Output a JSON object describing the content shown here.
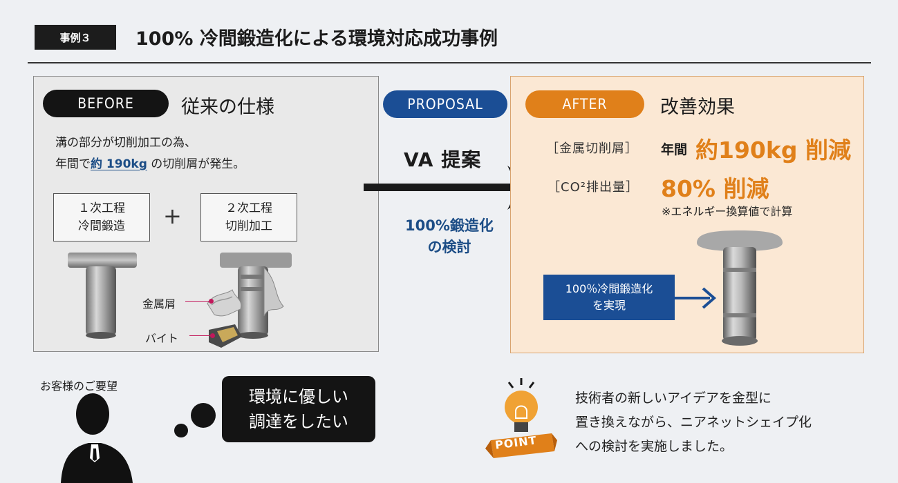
{
  "header": {
    "case_label": "事例３",
    "title": "100% 冷間鍛造化による環境対応成功事例"
  },
  "before": {
    "pill_label": "BEFORE",
    "heading": "従来の仕様",
    "desc_line1": "溝の部分が切削加工の為、",
    "desc_line2_pre": "年間で",
    "desc_line2_highlight": "約 190kg",
    "desc_line2_post": " の切削屑が発生。",
    "step1_line1": "１次工程",
    "step1_line2": "冷間鍛造",
    "plus": "+",
    "step2_line1": "２次工程",
    "step2_line2": "切削加工",
    "label_chips": "金属屑",
    "label_tool": "バイト"
  },
  "proposal": {
    "pill_label": "PROPOSAL",
    "va_label": "VA 提案",
    "study_line1": "100%鍛造化",
    "study_line2": "の検討"
  },
  "after": {
    "pill_label": "AFTER",
    "heading": "改善効果",
    "metric1_label": "［金属切削屑］",
    "metric1_prefix": "年間",
    "metric1_value": "約190kg 削減",
    "metric2_label": "［CO²排出量］",
    "metric2_value": "80% 削減",
    "note": "※エネルギー換算値で計算",
    "forged_line1": "100％冷間鍛造化",
    "forged_line2": "を実現"
  },
  "bottom": {
    "request_label": "お客様のご要望",
    "bubble_line1": "環境に優しい",
    "bubble_line2": "調達をしたい",
    "point_badge": "POINT",
    "point_line1": "技術者の新しいアイデアを金型に",
    "point_line2": "置き換えながら、ニアネットシェイプ化",
    "point_line3": "への検討を実施しました。"
  },
  "colors": {
    "accent_blue": "#1b4e95",
    "accent_orange": "#e0801a",
    "dark": "#141414",
    "after_bg": "#fbe8d4",
    "before_bg": "#e9e9e9"
  }
}
